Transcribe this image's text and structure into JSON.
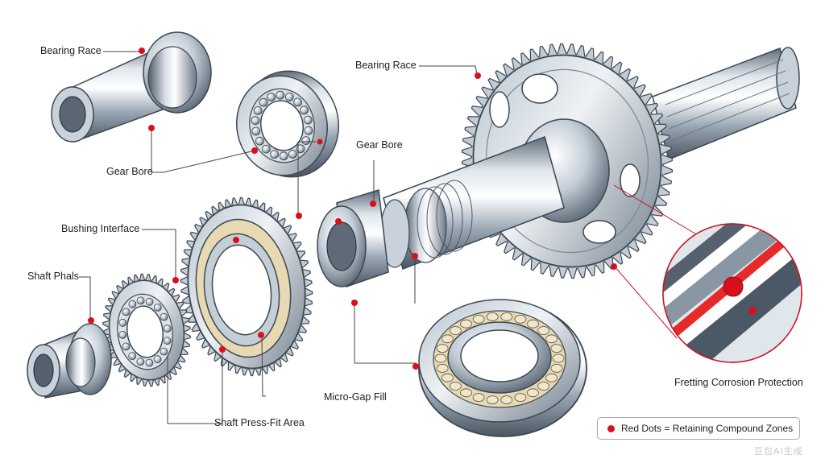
{
  "labels": {
    "bearing_race_left": "Bearing Race",
    "gear_bore_left": "Gear Bore",
    "bushing_interface": "Bushing Interface",
    "shaft_phals": "Shaft Phals",
    "bearing_race_right": "Bearing Race",
    "gear_bore_right": "Gear Bore",
    "micro_gap_fill": "Micro-Gap Fill",
    "shaft_press_fit_area": "Shaft Press-Fit Area",
    "fretting_corrosion_protection": "Fretting Corrosion Protection"
  },
  "legend": {
    "text": "Red Dots = Retaining Compound Zones",
    "dot_color": "#d9101c"
  },
  "watermark": "豆包AI生成",
  "colors": {
    "marker": "#d9101c",
    "leader_line": "#444444",
    "steel_light": "#e9eef3",
    "steel_dark": "#5b6876",
    "cage_fill": "#e7d9b3"
  }
}
